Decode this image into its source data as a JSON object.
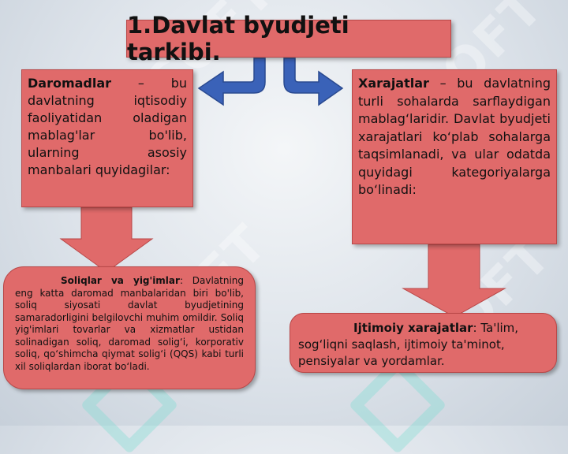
{
  "title": "1.Davlat byudjeti tarkibi.",
  "watermark": "SOFT",
  "left_box": {
    "heading": "Daromadlar",
    "text": " – bu davlatning iqtisodiy faoliyatidan oladigan mablag'lar bo'lib, ularning asosiy manbalari quyidagilar:"
  },
  "right_box": {
    "heading": "Xarajatlar",
    "text": " – bu davlatning turli sohalarda sarflaydigan mablag‘laridir. Davlat byudjeti xarajatlari ko‘plab sohalarga taqsimlanadi, va ular odatda quyidagi kategoriyalarga bo‘linadi:"
  },
  "left_detail": {
    "heading": "Soliqlar va yig'imlar",
    "text": ": Davlatning eng katta daromad manbalaridan biri bo'lib, soliq siyosati davlat byudjetining samaradorligini belgilovchi muhim omildir. Soliq yig'imlari tovarlar va xizmatlar ustidan solinadigan soliq, daromad solig‘i, korporativ soliq, qo‘shimcha qiymat solig‘i (QQS) kabi turli xil soliqlardan iborat bo‘ladi."
  },
  "right_detail": {
    "heading": "Ijtimoiy xarajatlar",
    "text": ": Ta'lim, sog‘liqni saqlash, ijtimoiy ta'minot, pensiyalar va yordamlar."
  },
  "colors": {
    "box_fill": "#e06a6a",
    "box_border": "#b94747",
    "connector_blue": "#3a62b8",
    "down_arrow": "#e06a6a"
  }
}
